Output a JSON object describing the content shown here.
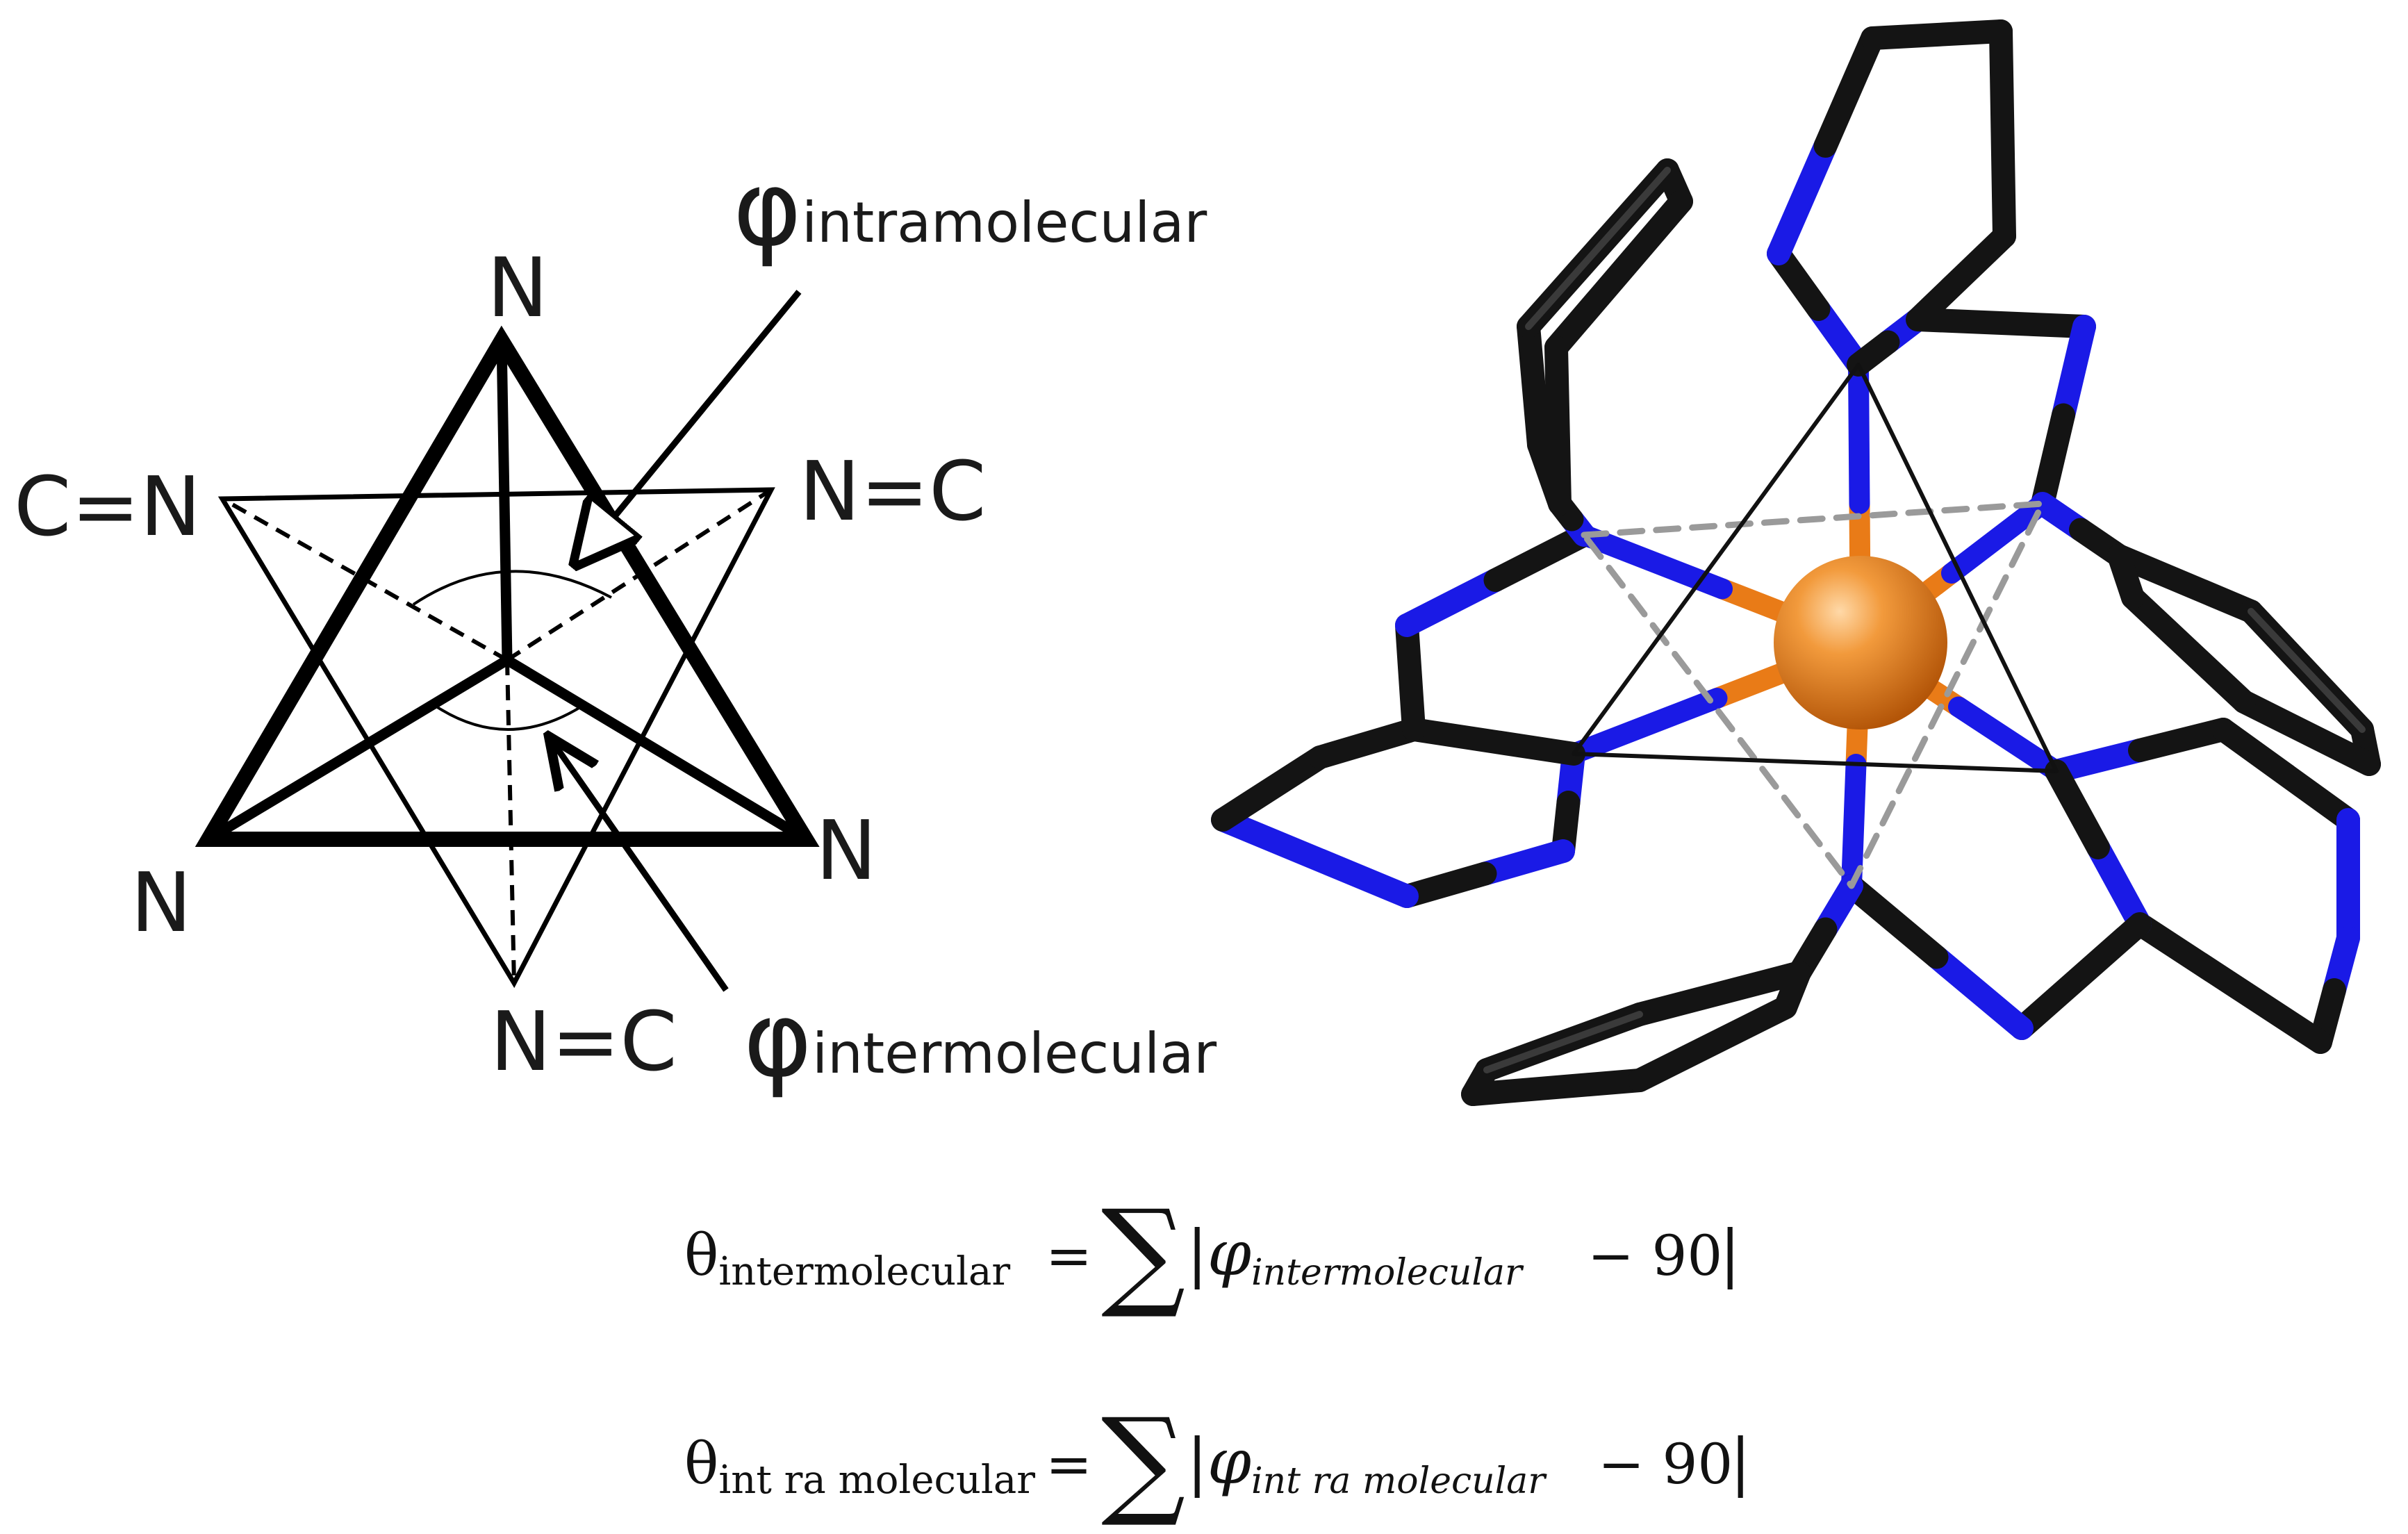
{
  "schematic": {
    "atom_top": "N",
    "atom_left": "N",
    "atom_right": "N",
    "group_upper_left": "C=N",
    "group_upper_right": "N=C",
    "group_bottom": "N=C",
    "phi_symbol": "φ",
    "phi_intra_sub": "intramolecular",
    "phi_inter_sub": "intermolecular"
  },
  "equations": [
    {
      "theta": "θ",
      "theta_sub": "intermolecular",
      "equals": "=",
      "sum": "∑",
      "bar_open": "|",
      "phi": "φ",
      "phi_sub": "intermolecular",
      "minus": "− 90",
      "bar_close": "|"
    },
    {
      "theta": "θ",
      "theta_sub": "int ra molecular",
      "equals": "=",
      "sum": "∑",
      "bar_open": "|",
      "phi": "φ",
      "phi_sub": "int ra molecular",
      "minus": "− 90",
      "bar_close": "|"
    }
  ],
  "colors": {
    "carbon": "#141414",
    "nitrogen": "#1a1ae6",
    "metal": "#e97b17",
    "dashed_triangle": "#9a9a9a"
  }
}
